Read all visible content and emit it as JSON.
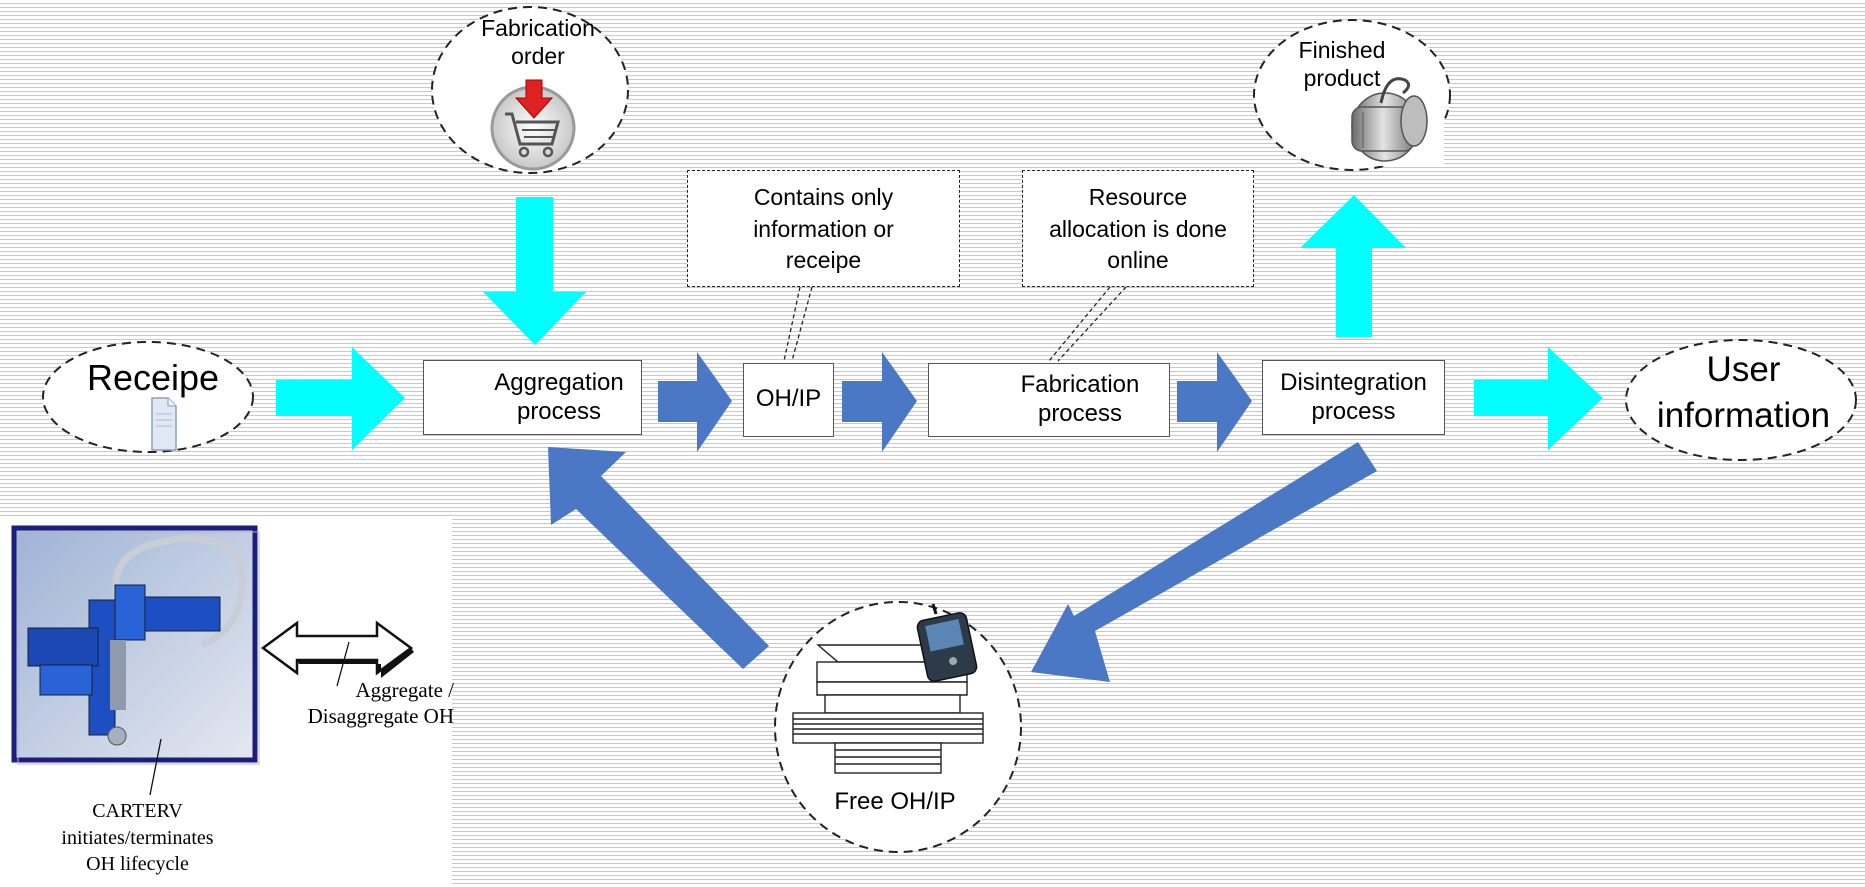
{
  "nodes": {
    "fabrication_order": "Fabrication\norder",
    "finished_product": "Finished\nproduct",
    "receipe": "Receipe",
    "aggregation": "Aggregation\nprocess",
    "ohip": "OH/IP",
    "fabrication": "Fabrication\nprocess",
    "disintegration": "Disintegration\nprocess",
    "user_information": "User\ninformation",
    "free_ohip": "Free OH/IP"
  },
  "callouts": {
    "ohip_note": "Contains only\ninformation or\nreceipe",
    "fabrication_note": "Resource\nallocation is done\nonline"
  },
  "inset": {
    "aggregate_label": "Aggregate /\nDisaggregate OH",
    "carterv_label": "CARTERV\ninitiates/terminates\nOH  lifecycle"
  },
  "colors": {
    "cyan_arrow": "#00ffff",
    "blue_arrow": "#4a78c4"
  }
}
